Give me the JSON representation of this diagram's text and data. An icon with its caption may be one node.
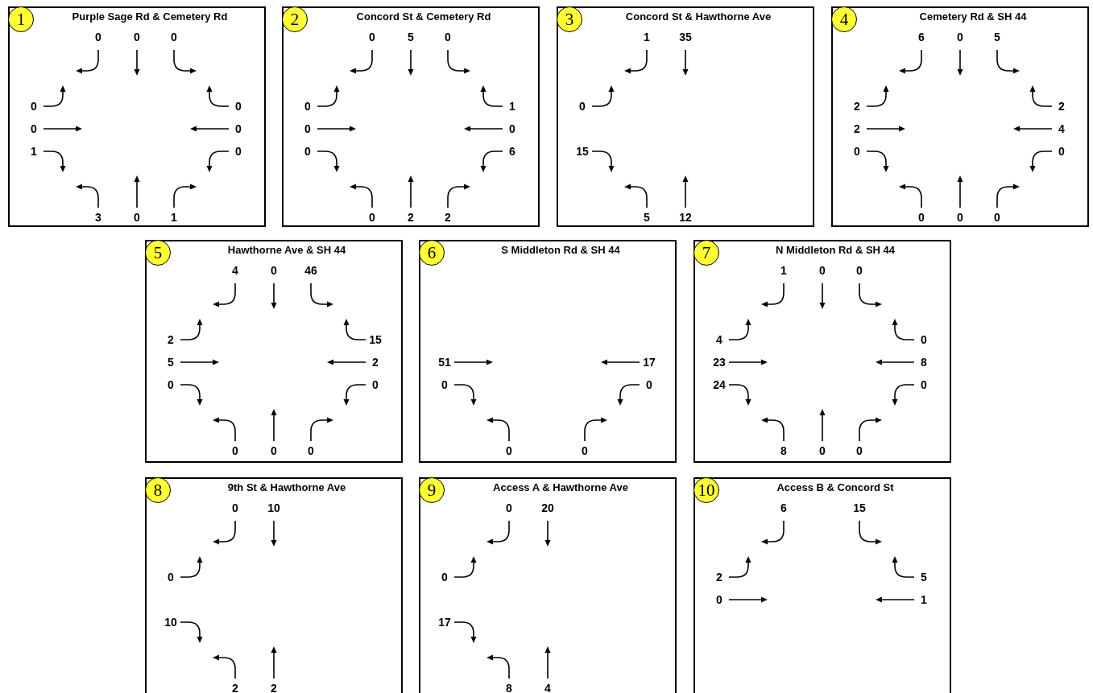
{
  "diagram": {
    "nodes": [
      {
        "text": [
          "Purple Sage Rd & Cemetery Rd",
          "0",
          "0",
          "0",
          "0",
          "0",
          "0",
          "0",
          "1",
          "0",
          "3",
          "0",
          "1"
        ]
      },
      {
        "text": [
          "1"
        ],
        "in": 0
      },
      {
        "text": [
          "Concord St & Cemetery Rd",
          "0",
          "5",
          "0",
          "0",
          "1",
          "0",
          "0",
          "0",
          "6",
          "0",
          "2",
          "2"
        ]
      },
      {
        "text": [
          "2"
        ],
        "in": 2
      },
      {
        "text": [
          "Concord St & Hawthorne Ave",
          "1",
          "35",
          "0",
          "15",
          "5",
          "12"
        ]
      },
      {
        "text": [
          "3"
        ],
        "in": 4
      },
      {
        "text": [
          "Cemetery Rd & SH 44",
          "6",
          "0",
          "5",
          "2",
          "2",
          "2",
          "4",
          "0",
          "0",
          "0",
          "0",
          "0"
        ]
      },
      {
        "text": [
          "4"
        ],
        "in": 6
      },
      {
        "text": [
          "Hawthorne Ave & SH 44",
          "4",
          "0",
          "46",
          "2",
          "15",
          "5",
          "2",
          "0",
          "0",
          "0",
          "0",
          "0"
        ]
      },
      {
        "text": [
          "5"
        ],
        "in": 8
      },
      {
        "text": [
          "S Middleton Rd & SH 44",
          "51",
          "17",
          "0",
          "0",
          "0",
          "0"
        ]
      },
      {
        "text": [
          "6"
        ],
        "in": 10
      },
      {
        "text": [
          "N Middleton Rd & SH 44",
          "1",
          "0",
          "0",
          "4",
          "0",
          "23",
          "8",
          "24",
          "0",
          "8",
          "0",
          "0"
        ]
      },
      {
        "text": [
          "7"
        ],
        "in": 12
      },
      {
        "text": [
          "9th St & Hawthorne Ave",
          "0",
          "10",
          "0",
          "10",
          "2",
          "2"
        ]
      },
      {
        "text": [
          "8"
        ],
        "in": 14
      },
      {
        "text": [
          "Access A & Hawthorne Ave",
          "0",
          "20",
          "0",
          "17",
          "8",
          "4"
        ]
      },
      {
        "text": [
          "9"
        ],
        "in": 16
      },
      {
        "text": [
          "Access B & Concord St",
          "6",
          "15",
          "2",
          "5",
          "0",
          "1"
        ]
      },
      {
        "text": [
          "10"
        ],
        "in": 18
      }
    ]
  }
}
